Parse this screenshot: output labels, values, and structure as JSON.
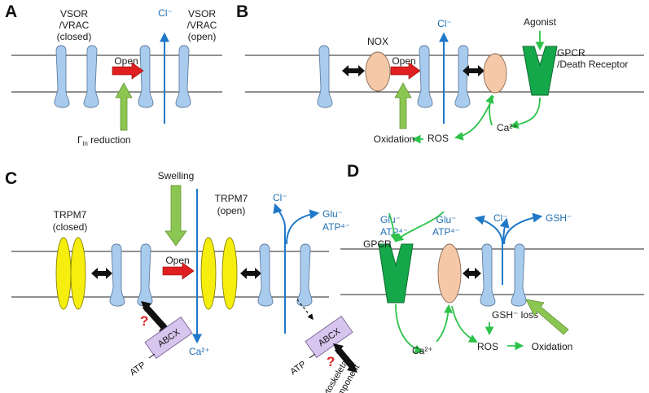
{
  "panels": [
    {
      "id": "A",
      "label": "A"
    },
    {
      "id": "B",
      "label": "B"
    },
    {
      "id": "C",
      "label": "C"
    },
    {
      "id": "D",
      "label": "D"
    }
  ],
  "panelA": {
    "vsor_closed": [
      "VSOR",
      "/VRAC",
      "(closed)"
    ],
    "vsor_open": [
      "VSOR",
      "/VRAC",
      "(open)"
    ],
    "open_label": "Open",
    "cl": "Cl⁻",
    "reduction": "Γ",
    "reduction_sub": "in",
    "reduction_rest": " reduction"
  },
  "panelB": {
    "cl": "Cl⁻",
    "nox": "NOX",
    "open_label": "Open",
    "agonist": "Agonist",
    "gpcr": [
      "GPCR",
      "/Death Receptor"
    ],
    "ca": "Ca²⁺",
    "ros": "ROS",
    "oxidation": "Oxidation"
  },
  "panelC": {
    "swelling": "Swelling",
    "trpm7_closed": [
      "TRPM7",
      "(closed)"
    ],
    "trpm7_open": [
      "TRPM7",
      "(open)"
    ],
    "open_label": "Open",
    "cl": "Cl⁻",
    "glu": "Glu⁻",
    "atp": "ATP⁴⁻",
    "ca": "Ca²⁺",
    "abcx": "ABCX",
    "atp_label": "ATP",
    "question": "?",
    "cyto": [
      "cytoskeletal",
      "component"
    ]
  },
  "panelD": {
    "glu_left": "Glu⁻",
    "atp_left": "ATP⁴⁻",
    "glu_mid": "Glu⁻",
    "atp_mid": "ATP⁴⁻",
    "cl": "Cl⁻",
    "gsh": "GSH⁻",
    "gpcr": "GPCR",
    "gsh_loss": "GSH⁻ loss",
    "ca": "Ca²⁺",
    "ros": "ROS",
    "oxidation": "Oxidation"
  },
  "colors": {
    "channel": "#a9cbee",
    "nox": "#f5c9a8",
    "trpm7": "#f5ee0e",
    "abcx": "#d7c5ee",
    "gpcr": "#14a84a",
    "green_arrow": "#2ec24a",
    "blue_arrow": "#1f78c8",
    "open_arrow": "#e02020"
  }
}
